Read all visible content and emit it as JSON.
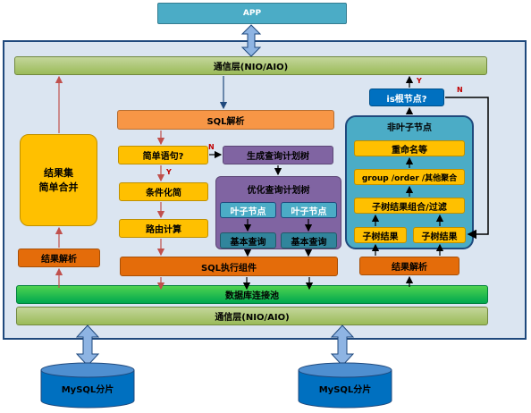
{
  "app": "APP",
  "comm_layer_top": "通信层(NIO/AIO)",
  "comm_layer_bottom": "通信层(NIO/AIO)",
  "sql_parse": "SQL解析",
  "simple_stmt": "简单语句?",
  "label_n1": "N",
  "label_y1": "Y",
  "generate_plan": "生成查询计划树",
  "optimize_plan": "优化查询计划树",
  "leaf_node_1": "叶子节点",
  "leaf_node_2": "叶子节点",
  "basic_query_1": "基本查询",
  "basic_query_2": "基本查询",
  "conditionalize": "条件化简",
  "route_calc": "路由计算",
  "sql_exec": "SQL执行组件",
  "pool": "数据库连接池",
  "result_merge_line1": "结果集",
  "result_merge_line2": "简单合并",
  "result_parse_left": "结果解析",
  "is_root": "is根节点?",
  "label_y2": "Y",
  "label_n2": "N",
  "non_leaf": "非叶子节点",
  "rename": "重命名等",
  "group_order": "group /order /其他聚合",
  "subtree_combine": "子树结果组合/过滤",
  "subtree_result_1": "子树结果",
  "subtree_result_2": "子树结果",
  "result_parse_right": "结果解析",
  "mysql_left": "MySQL分片",
  "mysql_right": "MySQL分片"
}
